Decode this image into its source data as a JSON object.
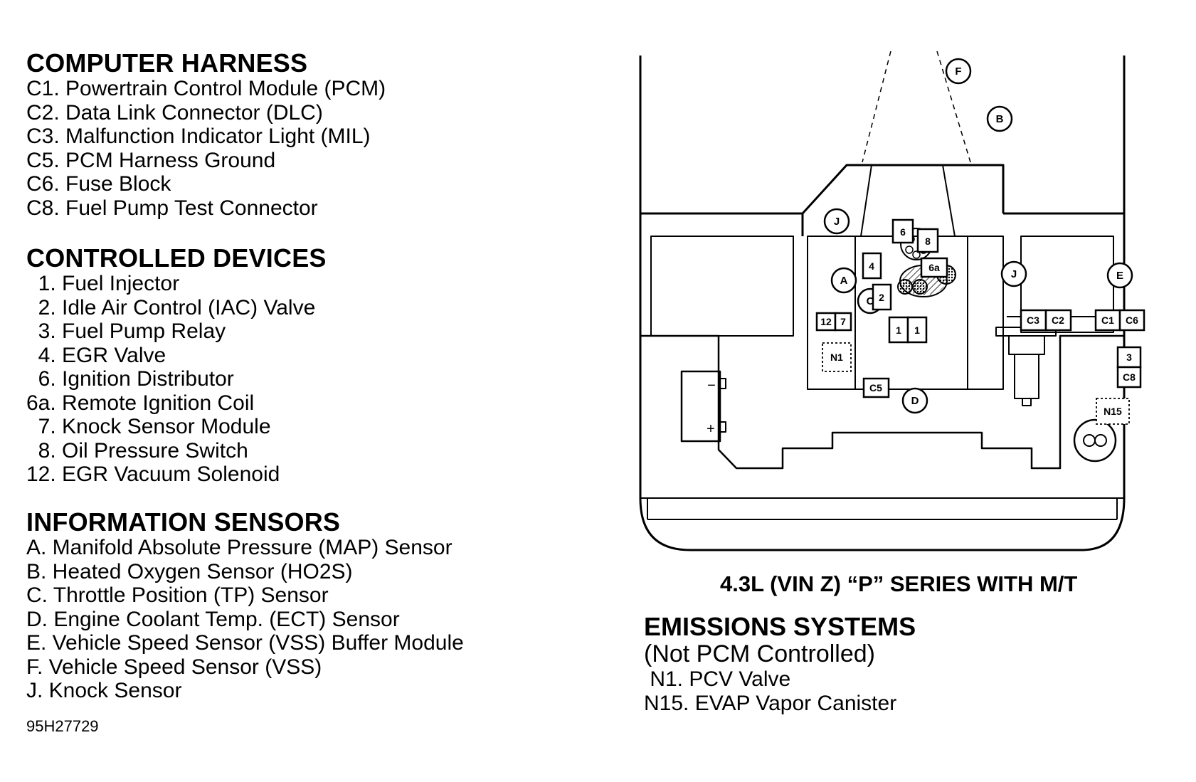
{
  "computer_harness": {
    "title": "COMPUTER HARNESS",
    "items": [
      "C1. Powertrain Control Module (PCM)",
      "C2. Data Link Connector (DLC)",
      "C3. Malfunction Indicator Light (MIL)",
      "C5. PCM Harness Ground",
      "C6. Fuse Block",
      "C8. Fuel Pump Test Connector"
    ]
  },
  "controlled_devices": {
    "title": "CONTROLLED DEVICES",
    "items": [
      "  1. Fuel Injector",
      "  2. Idle Air Control (IAC) Valve",
      "  3. Fuel Pump Relay",
      "  4. EGR Valve",
      "  6. Ignition Distributor",
      "6a. Remote Ignition Coil",
      "  7. Knock Sensor Module",
      "  8. Oil Pressure Switch",
      "12. EGR Vacuum Solenoid"
    ]
  },
  "information_sensors": {
    "title": "INFORMATION SENSORS",
    "items": [
      "A. Manifold Absolute Pressure (MAP) Sensor",
      "B. Heated Oxygen Sensor (HO2S)",
      "C. Throttle Position (TP) Sensor",
      "D. Engine Coolant Temp. (ECT) Sensor",
      "E. Vehicle Speed Sensor (VSS) Buffer Module",
      "F. Vehicle Speed Sensor (VSS)",
      "J. Knock Sensor"
    ]
  },
  "figure_id": "95H27729",
  "diagram": {
    "caption": "4.3L (VIN Z) “P” SERIES WITH M/T",
    "labels": {
      "F": "F",
      "B": "B",
      "J": "J",
      "A": "A",
      "C": "C",
      "D": "D",
      "E": "E",
      "n6": "6",
      "n8": "8",
      "n4": "4",
      "n6a": "6a",
      "n2": "2",
      "n12": "12",
      "n7": "7",
      "n1": "1",
      "C1": "C1",
      "C2": "C2",
      "C3": "C3",
      "C5": "C5",
      "C6": "C6",
      "C8": "C8",
      "n3": "3",
      "N1": "N1",
      "N15": "N15",
      "minus": "−",
      "plus": "+"
    }
  },
  "emissions": {
    "title": "EMISSIONS SYSTEMS",
    "subtitle": "(Not PCM Controlled)",
    "items": [
      " N1. PCV Valve",
      "N15. EVAP Vapor Canister"
    ]
  }
}
